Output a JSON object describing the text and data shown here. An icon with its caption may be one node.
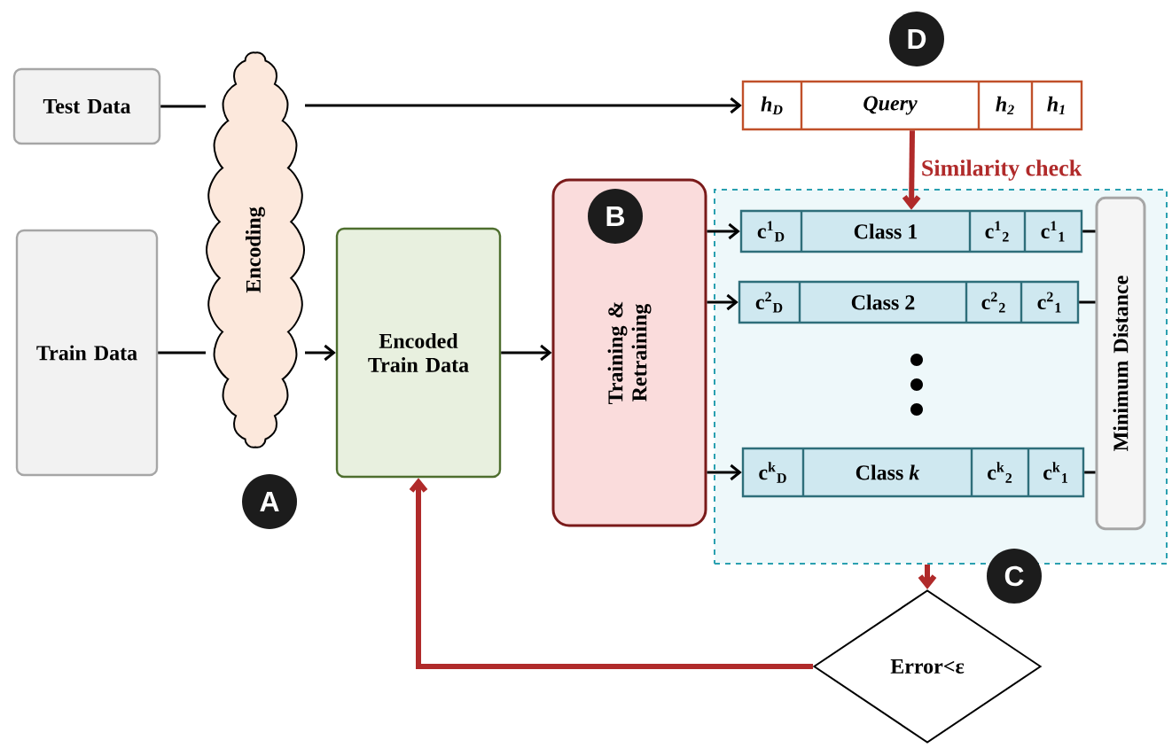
{
  "diagram": {
    "nodes": [
      {
        "text": [
          "Test Data"
        ]
      },
      {
        "text": [
          "Train Data"
        ]
      },
      {
        "text": [
          "Encoding"
        ]
      },
      {
        "text": [
          "Encoded Train Data"
        ]
      },
      {
        "text": [
          "Training & Retraining"
        ]
      },
      {
        "text": [
          "h$_{D}$",
          "Query",
          "h$_{2}$",
          "h$_{1}$"
        ]
      },
      {
        "text": [],
        "shape": "box"
      },
      {
        "text": [
          "c$^{1}$$_{D}$",
          "Class 1",
          "c$^{1}$$_{2}$",
          "c$^{1}$$_{1}$"
        ],
        "in": 6
      },
      {
        "text": [
          "c$^{2}$$_{D}$",
          "Class 2",
          "c$^{2}$$_{2}$",
          "c$^{2}$$_{1}$"
        ],
        "in": 6
      },
      {
        "text": [
          "c$^{k}$$_{D}$",
          "Class *k*",
          "c$^{k}$$_{2}$",
          "c$^{k}$$_{1}$"
        ],
        "in": 6
      },
      {
        "text": [
          "Minimum Distance"
        ],
        "in": 6
      },
      {
        "text": [
          "Error<ε"
        ]
      }
    ],
    "edges": [
      {
        "from": 0,
        "to": 2,
        "arrow": "none"
      },
      {
        "from": 1,
        "to": 2,
        "arrow": "none"
      },
      {
        "from": 2,
        "to": 3,
        "arrow": "to"
      },
      {
        "from": 2,
        "to": 5,
        "arrow": "to"
      },
      {
        "from": 3,
        "to": 4,
        "arrow": "to"
      },
      {
        "from": 4,
        "to": 7,
        "arrow": "to"
      },
      {
        "from": 4,
        "to": 8,
        "arrow": "to"
      },
      {
        "from": 4,
        "to": 9,
        "arrow": "to"
      },
      {
        "from": 5,
        "to": 7,
        "arrow": "to",
        "label": "Similarity check",
        "style": "thick",
        "color": "#b02a2a"
      },
      {
        "from": 7,
        "to": 10,
        "arrow": "none"
      },
      {
        "from": 8,
        "to": 10,
        "arrow": "none"
      },
      {
        "from": 9,
        "to": 10,
        "arrow": "none"
      },
      {
        "from": 6,
        "to": 11,
        "arrow": "to",
        "style": "thick",
        "color": "#b02a2a"
      },
      {
        "from": 11,
        "to": 3,
        "arrow": "to",
        "style": "thick",
        "color": "#b02a2a"
      }
    ],
    "labels": [
      "D",
      "B",
      "A",
      "C"
    ]
  }
}
